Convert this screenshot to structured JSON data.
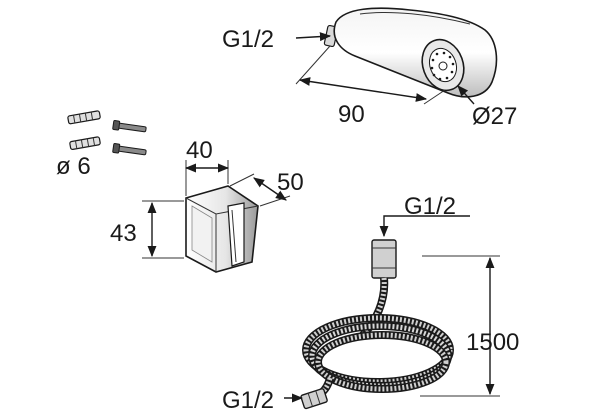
{
  "labels": {
    "thread_handshower": "G1/2",
    "handshower_length": "90",
    "handshower_diameter": "Ø27",
    "screw_diameter": "ø 6",
    "holder_width": "40",
    "holder_depth": "50",
    "holder_height": "43",
    "hose_thread_top": "G1/2",
    "hose_length": "1500",
    "hose_thread_bottom": "G1/2"
  },
  "icons": {
    "handshower": "handshower-icon",
    "wall_plug": "wall-plug-icon",
    "screw": "screw-icon",
    "wall_holder": "wall-holder-icon",
    "hose": "shower-hose-icon"
  }
}
